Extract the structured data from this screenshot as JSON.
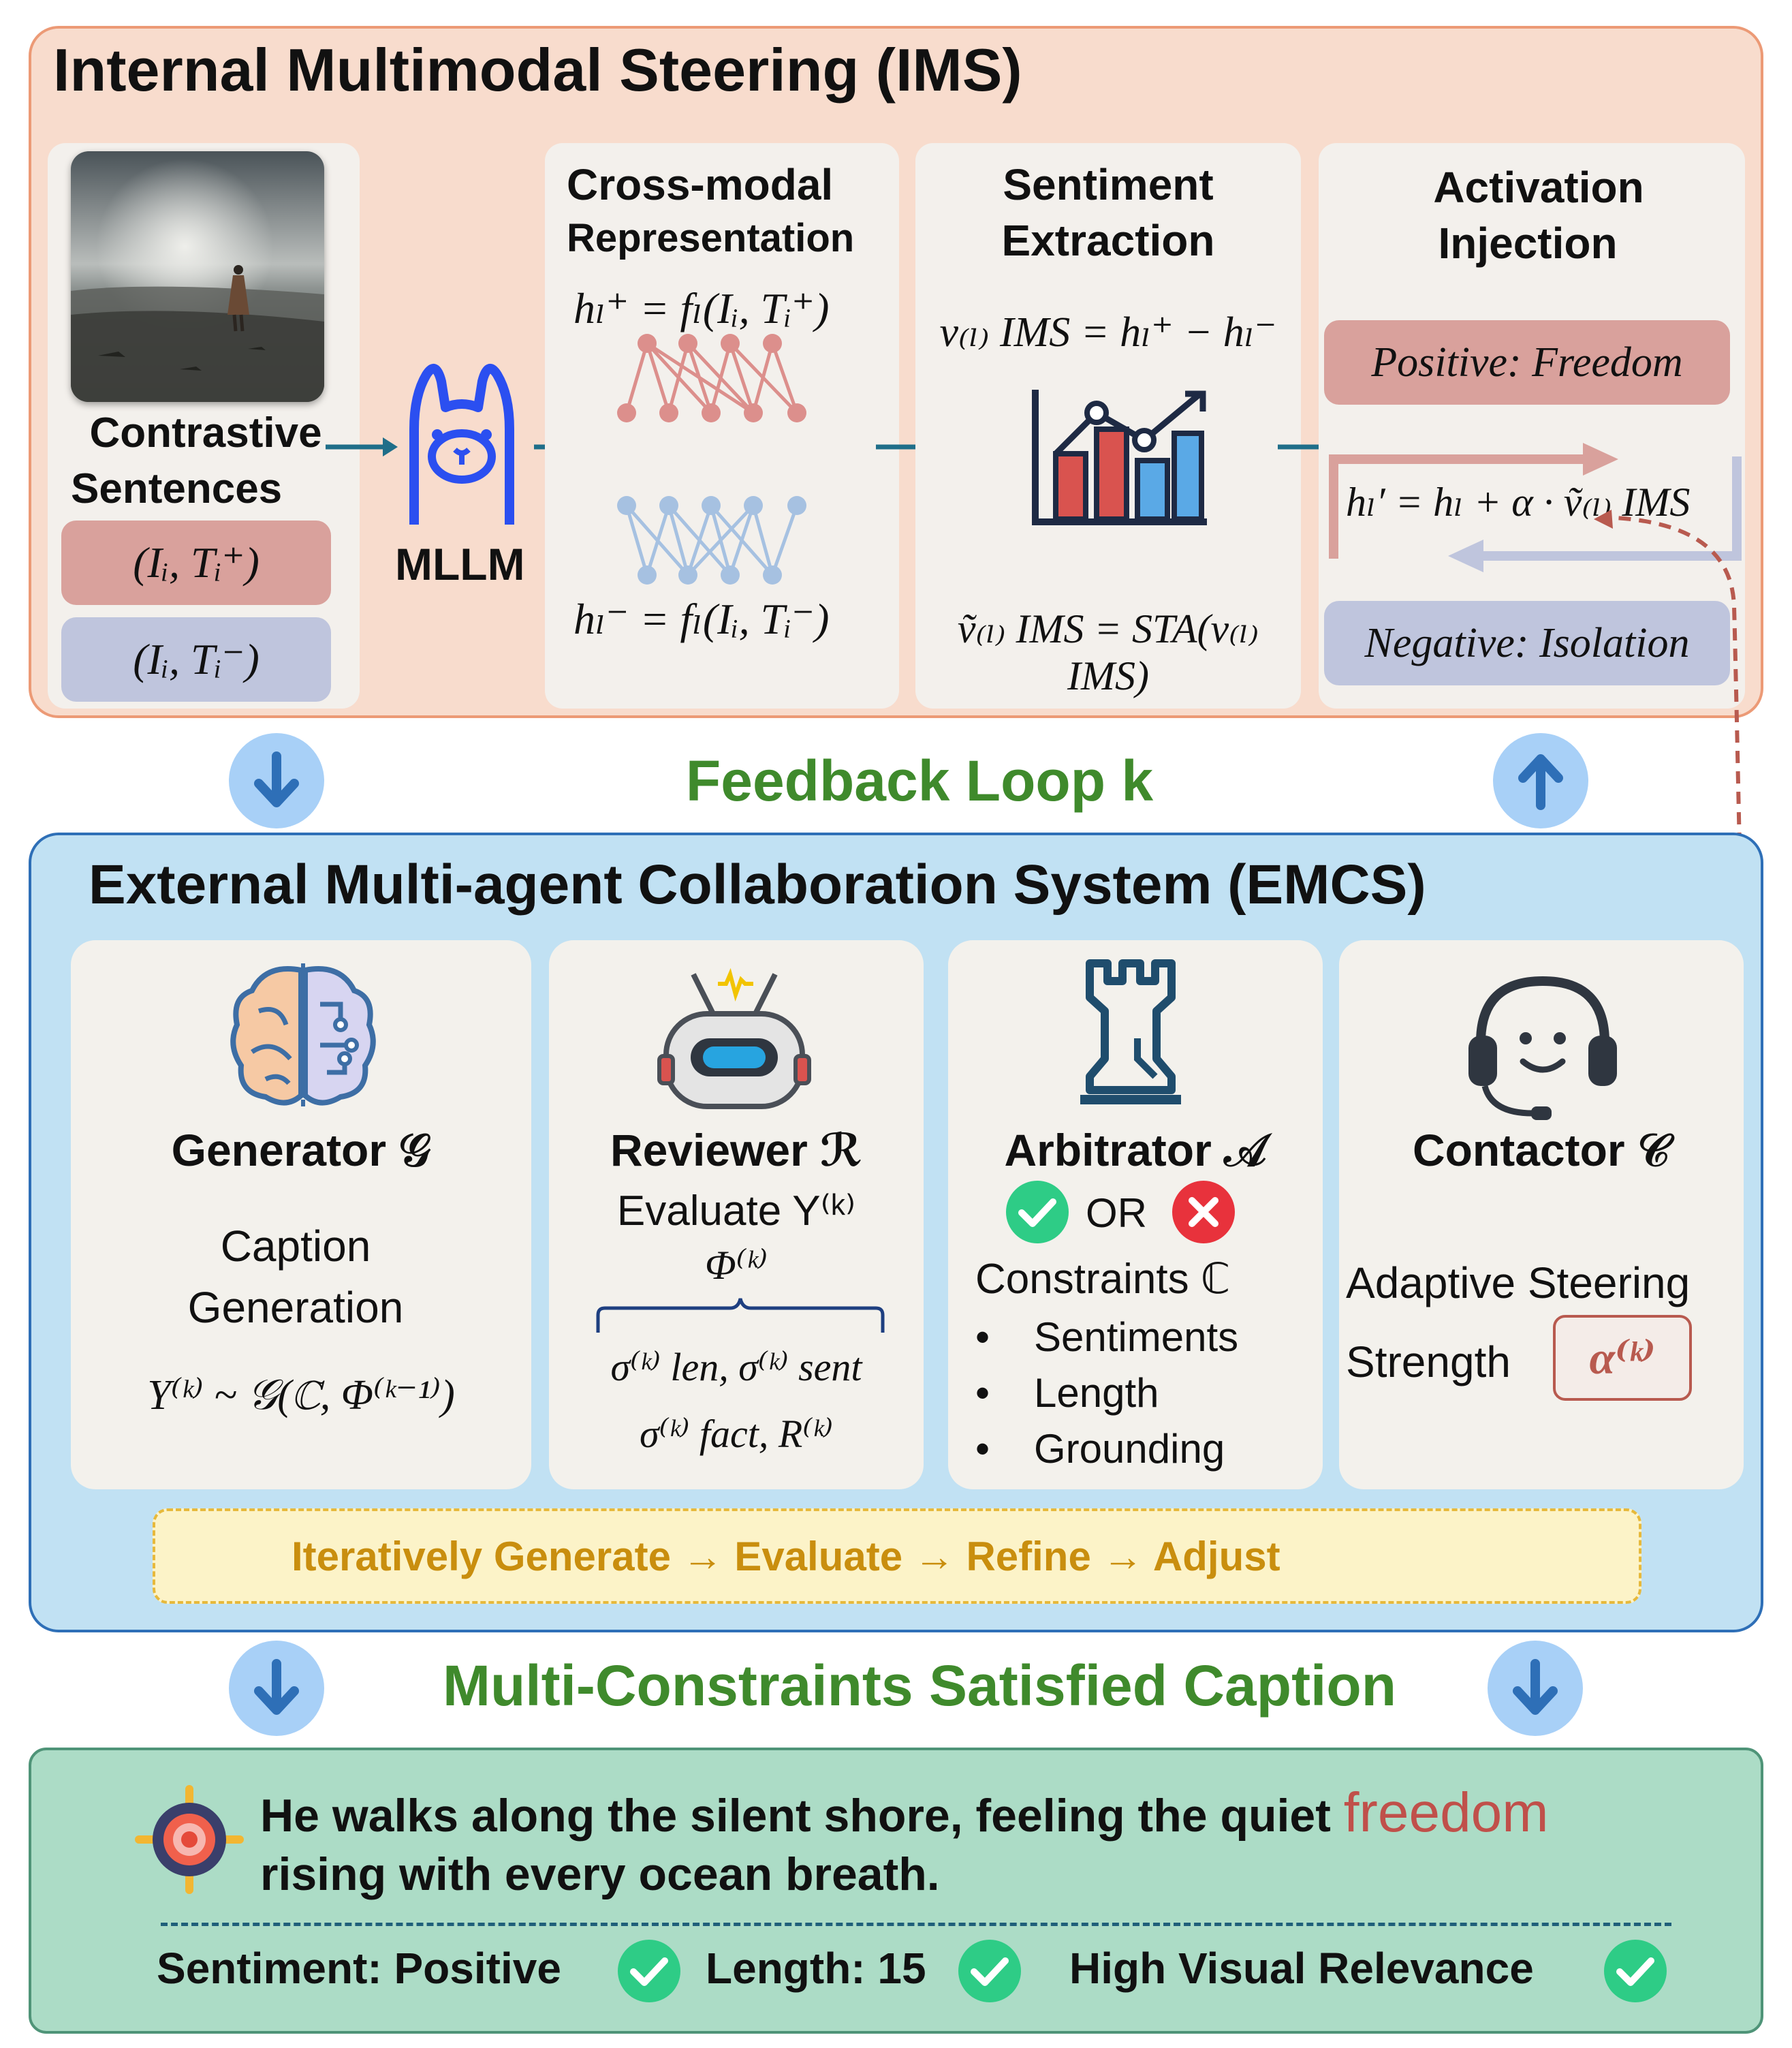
{
  "ims": {
    "title": "Internal Multimodal Steering (IMS)",
    "contrastive_label_1": "Contrastive",
    "contrastive_label_2": "Sentences",
    "pair_pos": "(Iᵢ, Tᵢ⁺)",
    "pair_neg": "(Iᵢ, Tᵢ⁻)",
    "mllm_label": "MLLM",
    "cross_title_1": "Cross-modal",
    "cross_title_2": "Representation",
    "cross_eq_pos": "hₗ⁺ = fₗ(Iᵢ, Tᵢ⁺)",
    "cross_eq_neg": "hₗ⁻ = fₗ(Iᵢ, Tᵢ⁻)",
    "sent_title_1": "Sentiment",
    "sent_title_2": "Extraction",
    "sent_eq_1": "v₍ₗ₎ IMS = hₗ⁺ − hₗ⁻",
    "sent_eq_2": "ṽ₍ₗ₎ IMS = STA(v₍ₗ₎ IMS)",
    "act_title_1": "Activation",
    "act_title_2": "Injection",
    "positive_label": "Positive: Freedom",
    "negative_label": "Negative: Isolation",
    "injection_eq": "hₗ′ = hₗ + α · ṽ₍ₗ₎ IMS"
  },
  "feedback_loop": "Feedback Loop k",
  "emcs": {
    "title": "External Multi-agent Collaboration System (EMCS)",
    "generator": {
      "name": "Generator 𝒢",
      "line1": "Caption",
      "line2": "Generation",
      "equation": "Y⁽ᵏ⁾ ~ 𝒢(ℂ, Φ⁽ᵏ⁻¹⁾)"
    },
    "reviewer": {
      "name": "Reviewer ℛ",
      "line1": "Evaluate Y⁽ᵏ⁾",
      "line2": "Φ⁽ᵏ⁾",
      "eq1": "σ⁽ᵏ⁾ len, σ⁽ᵏ⁾ sent",
      "eq2": "σ⁽ᵏ⁾ fact, R⁽ᵏ⁾"
    },
    "arbitrator": {
      "name": "Arbitrator 𝒜",
      "or_label": "OR",
      "constraints": "Constraints ℂ",
      "bullets": [
        "Sentiments",
        "Length",
        "Grounding"
      ]
    },
    "contactor": {
      "name": "Contactor 𝒞",
      "line1": "Adaptive Steering",
      "line2": "Strength",
      "alpha": "α⁽ᵏ⁾"
    },
    "iterate_label": "Iteratively Generate → Evaluate → Refine → Adjust"
  },
  "satisfied_heading": "Multi-Constraints Satisfied Caption",
  "caption": {
    "part1": "He walks along the silent shore, feeling the quiet ",
    "highlight": "freedom",
    "part2": "rising with every ocean breath."
  },
  "checks": {
    "sentiment": "Sentiment: Positive",
    "length": "Length: 15",
    "relevance": "High Visual Relevance"
  },
  "colors": {
    "ims_bg": "#f8dccd",
    "emcs_bg": "#c1e1f3",
    "result_bg": "#acdcc6",
    "positive_pill": "#d9a19c",
    "negative_pill": "#bfc5dd",
    "freedom_red": "#c0504a",
    "check_green": "#2ecc86",
    "accent_blue": "#2e6fb7"
  }
}
